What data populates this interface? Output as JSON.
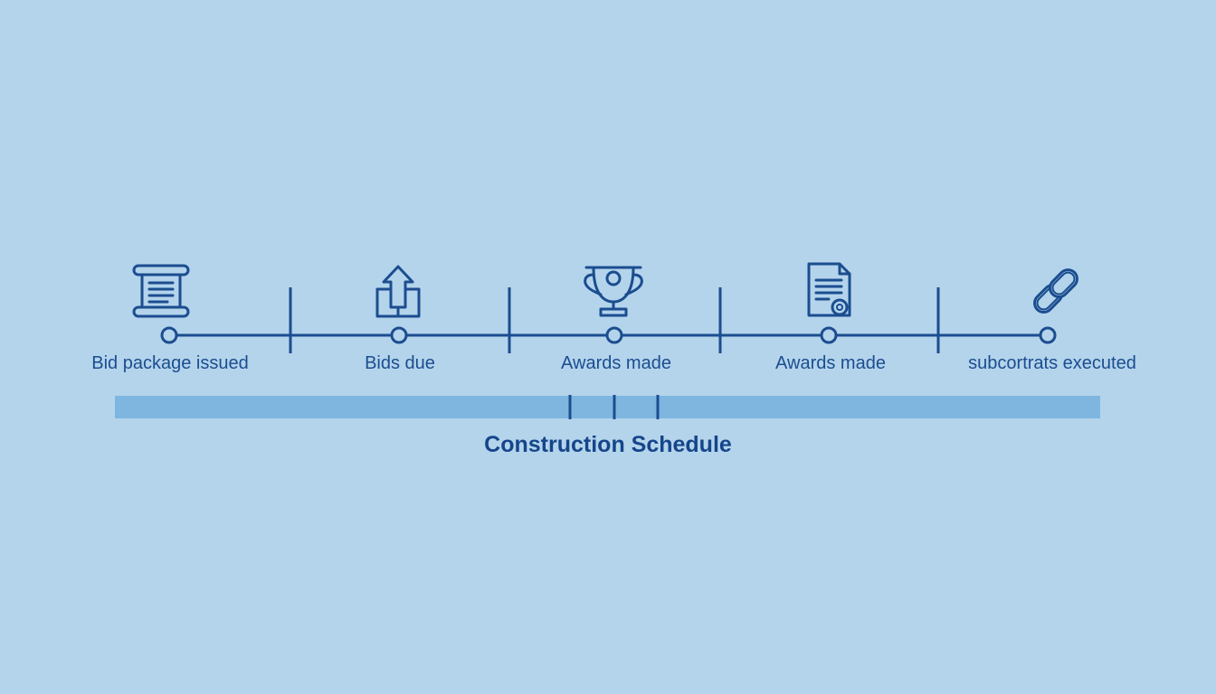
{
  "colors": {
    "background": "#b4d4ec",
    "line": "#1b4d8f",
    "schedule_bar": "#7fb6e0"
  },
  "timeline": {
    "milestones": [
      {
        "label": "Bid package issued",
        "icon": "scroll-icon"
      },
      {
        "label": "Bids due",
        "icon": "upload-box-icon"
      },
      {
        "label": "Awards made",
        "icon": "trophy-icon"
      },
      {
        "label": "Awards made",
        "icon": "document-gear-icon"
      },
      {
        "label": "subcortrats executed",
        "icon": "chain-link-icon"
      }
    ],
    "divider_count": 4
  },
  "schedule": {
    "title": "Construction Schedule"
  }
}
